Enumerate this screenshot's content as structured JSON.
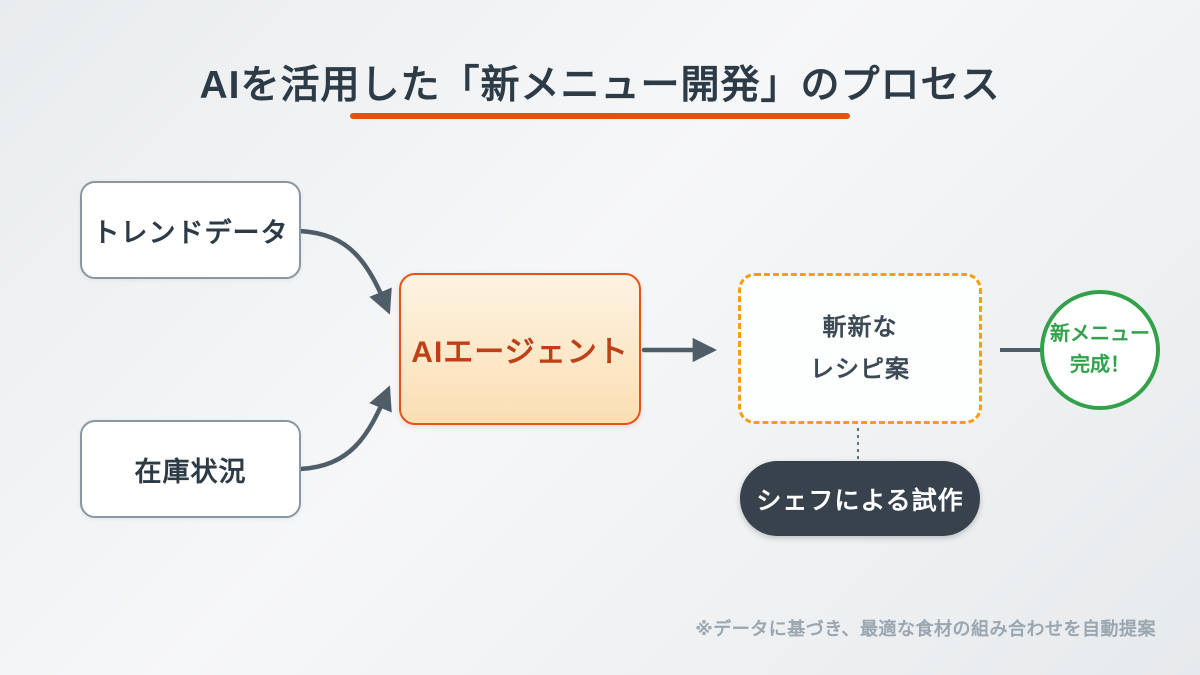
{
  "title": {
    "text": "AIを活用した「新メニュー開発」のプロセス"
  },
  "nodes": {
    "trend_data": {
      "label": "トレンドデータ"
    },
    "inventory": {
      "label": "在庫状況"
    },
    "ai_agent": {
      "label": "AIエージェント"
    },
    "recipe": {
      "label_line1": "斬新な",
      "label_line2": "レシピ案"
    },
    "chef": {
      "label": "シェフによる試作"
    },
    "complete": {
      "label_line1": "新メニュー",
      "label_line2": "完成！"
    }
  },
  "footnote": {
    "text": "※データに基づき、最適な食材の組み合わせを自動提案"
  },
  "colors": {
    "accent_orange": "#e5520e",
    "ai_box_border": "#e4541a",
    "ai_box_text": "#bf3f16",
    "ai_box_fill_top": "#fdf3e2",
    "ai_box_fill_bottom": "#fbdfb4",
    "dashed_border": "#f59f0e",
    "node_border": "#8a97a0",
    "dark_slate": "#2d3b47",
    "arrow": "#4e5d68",
    "dotted_gray": "#64747f",
    "pill_bg": "#37424c",
    "pill_text": "#ffffff",
    "success_green": "#33a04a",
    "footnote_gray": "#9aa6b0"
  }
}
